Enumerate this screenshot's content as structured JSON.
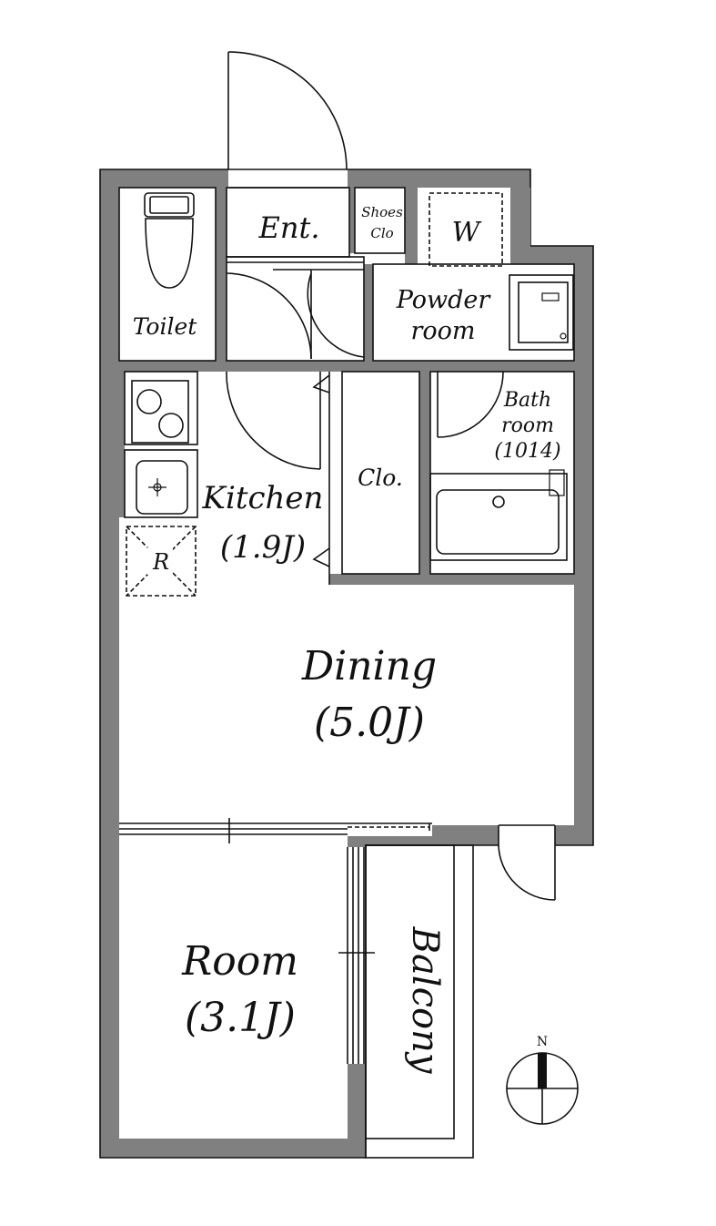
{
  "rooms": {
    "entrance": "Ent.",
    "shoes_closet_line1": "Shoes",
    "shoes_closet_line2": "Clo",
    "washer": "W",
    "toilet": "Toilet",
    "powder_line1": "Powder",
    "powder_line2": "room",
    "bath_line1": "Bath",
    "bath_line2": "room",
    "bath_size": "(1014)",
    "kitchen": "Kitchen",
    "kitchen_size": "(1.9J)",
    "closet": "Clo.",
    "refrigerator": "R",
    "dining": "Dining",
    "dining_size": "(5.0J)",
    "room": "Room",
    "room_size": "(3.1J)",
    "balcony": "Balcony"
  },
  "compass": {
    "north_label": "N"
  }
}
